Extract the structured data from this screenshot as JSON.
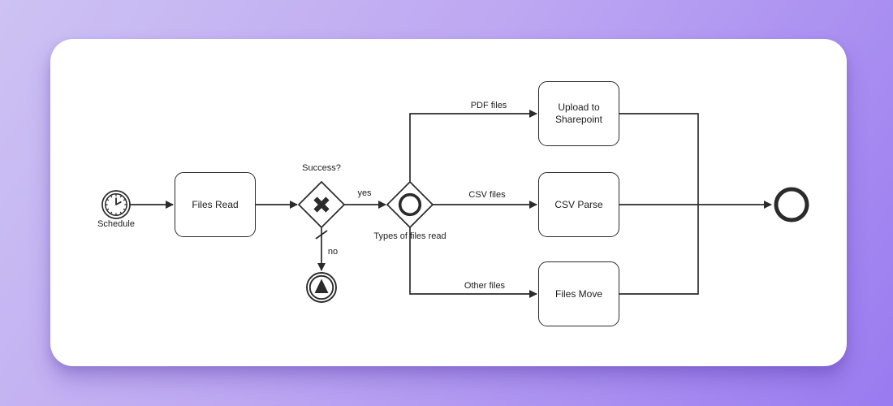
{
  "theme": {
    "background_gradient": [
      "#cdc2f3",
      "#bda7f2",
      "#9a7bf0"
    ],
    "card_background": "#ffffff",
    "line_color": "#2b2b2b",
    "text_color": "#1d1d1d"
  },
  "diagram": {
    "start_event": {
      "type": "timer-start",
      "label": "Schedule"
    },
    "tasks": [
      {
        "id": "files-read",
        "label": "Files Read"
      },
      {
        "id": "upload-to-sharepoint",
        "label": "Upload to Sharepoint"
      },
      {
        "id": "csv-parse",
        "label": "CSV Parse"
      },
      {
        "id": "files-move",
        "label": "Files Move"
      }
    ],
    "gateways": [
      {
        "id": "exclusive-gateway",
        "type": "exclusive-xor",
        "label": "Success?"
      },
      {
        "id": "inclusive-gateway",
        "type": "inclusive-or",
        "label": "Types of files read"
      }
    ],
    "flow_labels": [
      {
        "id": "yes",
        "label": "yes"
      },
      {
        "id": "no",
        "label": "no"
      },
      {
        "id": "pdf",
        "label": "PDF files"
      },
      {
        "id": "csv",
        "label": "CSV files"
      },
      {
        "id": "other",
        "label": "Other files"
      }
    ],
    "end_events": [
      {
        "id": "escalation-throw-event",
        "type": "escalation-throw",
        "label": ""
      },
      {
        "id": "end-event",
        "type": "end",
        "label": ""
      }
    ]
  }
}
